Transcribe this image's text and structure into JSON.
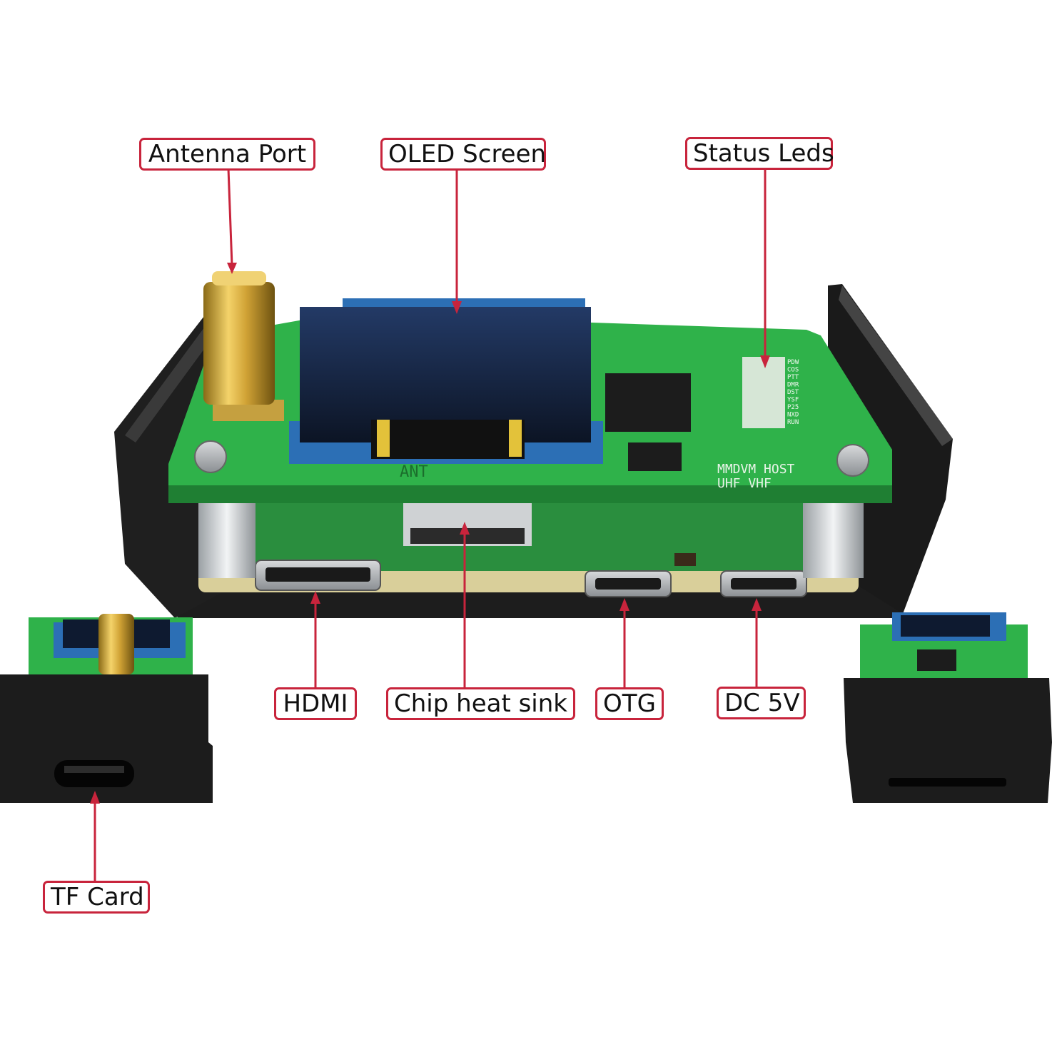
{
  "image": {
    "description_labels": {
      "antenna_port": "Antenna Port",
      "oled_screen": "OLED Screen",
      "status_leds": "Status Leds",
      "hdmi": "HDMI",
      "chip_heat_sink": "Chip heat sink",
      "otg": "OTG",
      "dc_5v": "DC 5V",
      "tf_card": "TF Card"
    },
    "board_silkscreen": {
      "ant": "ANT",
      "board_name_1": "MMDVM HOST",
      "board_name_2": "UHF VHF",
      "led_labels": [
        "PDW",
        "COS",
        "PTT",
        "DMR",
        "DST",
        "YSF",
        "P25",
        "NXD",
        "RUN"
      ]
    },
    "colors": {
      "callout_border": "#c8243c",
      "arrow": "#c8243c",
      "pcb_green": "#2fb24a",
      "case_black": "#1b1b1b"
    }
  }
}
